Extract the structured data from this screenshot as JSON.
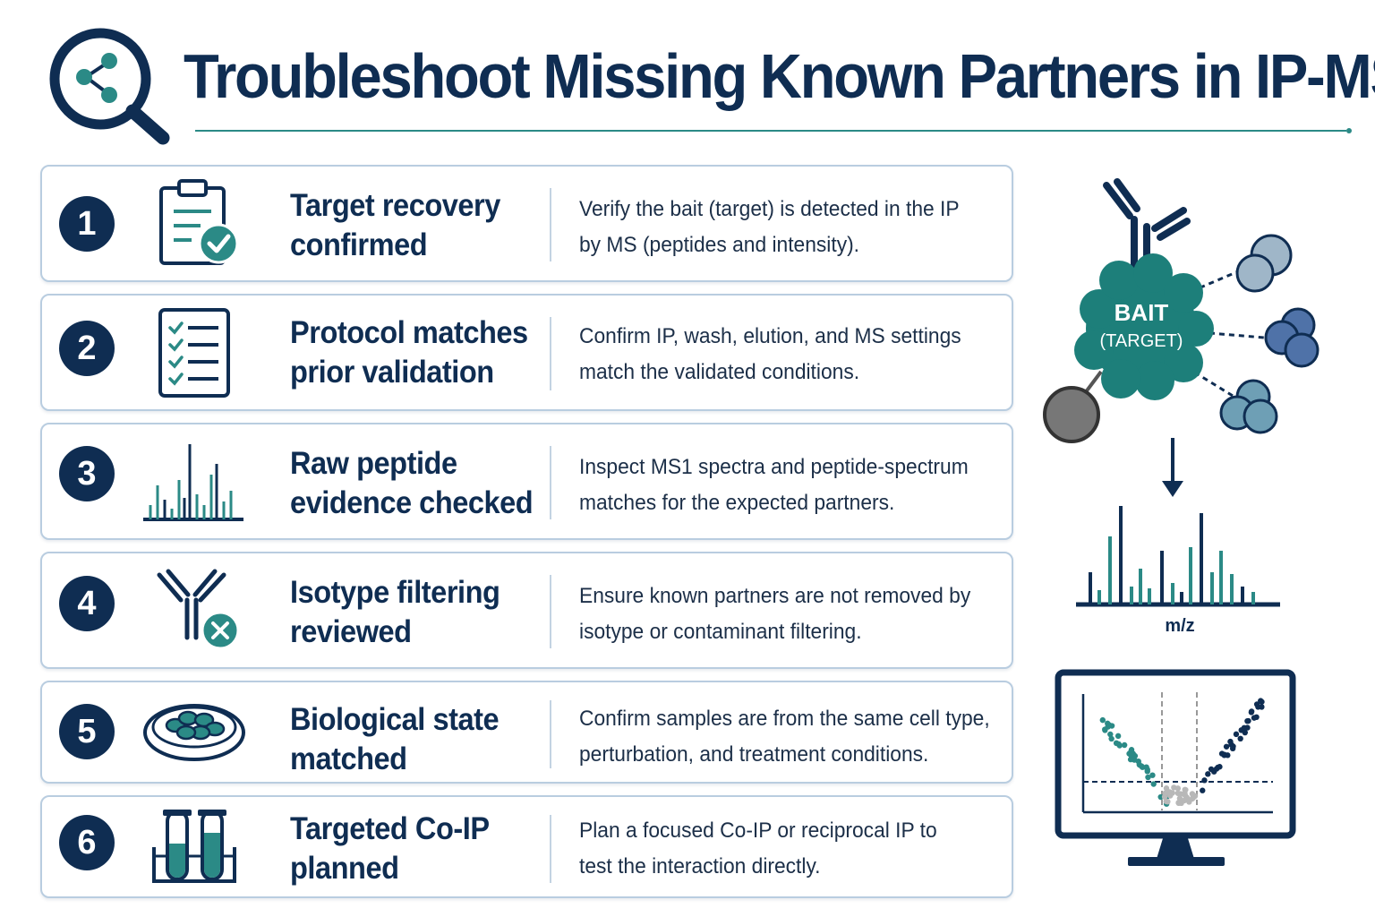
{
  "title": "Troubleshoot Missing Known Partners in IP-MS",
  "header_icon": "magnifier-network-icon",
  "colors": {
    "navy": "#0f2d52",
    "teal": "#2b8a86",
    "border": "#b9cde0",
    "grey": "#777777"
  },
  "steps": [
    {
      "number": "1",
      "icon": "clipboard-check-icon",
      "title_line1": "Target recovery",
      "title_line2": "confirmed",
      "desc_line1": "Verify the bait (target) is detected in the IP",
      "desc_line2": "by MS (peptides and intensity)."
    },
    {
      "number": "2",
      "icon": "checklist-icon",
      "title_line1": "Protocol matches",
      "title_line2": "prior validation",
      "desc_line1": "Confirm IP, wash, elution, and MS settings",
      "desc_line2": "match the validated conditions."
    },
    {
      "number": "3",
      "icon": "spectrum-bars-icon",
      "title_line1": "Raw peptide",
      "title_line2": "evidence checked",
      "desc_line1": "Inspect MS1 spectra and peptide-spectrum",
      "desc_line2": "matches for the expected partners."
    },
    {
      "number": "4",
      "icon": "antibody-x-icon",
      "title_line1": "Isotype filtering",
      "title_line2": "reviewed",
      "desc_line1": "Ensure known partners are not removed by",
      "desc_line2": "isotype or contaminant filtering."
    },
    {
      "number": "5",
      "icon": "petri-dish-cells-icon",
      "title_line1": "Biological state",
      "title_line2": "matched",
      "desc_line1": "Confirm samples are from the same cell type,",
      "desc_line2": "perturbation, and treatment conditions."
    },
    {
      "number": "6",
      "icon": "test-tubes-icon",
      "title_line1": "Targeted Co-IP",
      "title_line2": "planned",
      "desc_line1": "Plan a focused Co-IP or reciprocal IP to",
      "desc_line2": "test the interaction directly."
    }
  ],
  "illustration": {
    "bait_line1": "BAIT",
    "bait_line2": "(TARGET)",
    "spectrum_axis_label": "m/z"
  }
}
